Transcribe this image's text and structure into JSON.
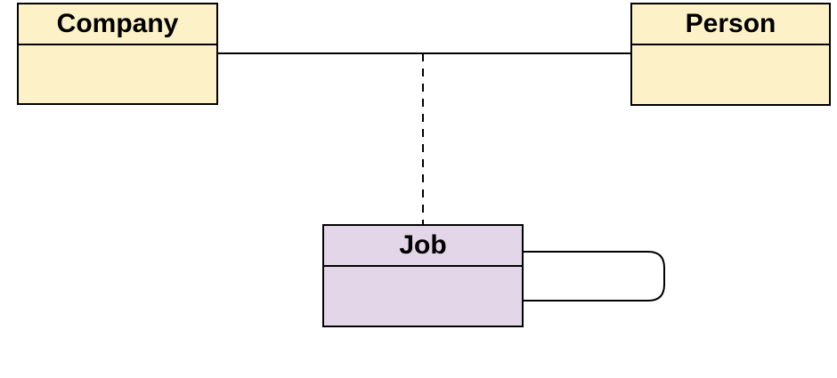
{
  "diagram": {
    "type": "uml-class-diagram",
    "classes": [
      {
        "id": "company",
        "name": "Company",
        "fill": "#fdf1c7"
      },
      {
        "id": "person",
        "name": "Person",
        "fill": "#fdf1c7"
      },
      {
        "id": "job",
        "name": "Job",
        "fill": "#e3d6e8"
      }
    ],
    "relationships": [
      {
        "kind": "association",
        "from": "company",
        "to": "person",
        "line": "solid"
      },
      {
        "kind": "association-class-link",
        "from": "job",
        "to": "company-person-association",
        "line": "dashed"
      },
      {
        "kind": "self-association",
        "from": "job",
        "to": "job",
        "line": "solid"
      }
    ],
    "colors": {
      "line": "#000000",
      "border": "#000000",
      "background": "#ffffff"
    }
  }
}
